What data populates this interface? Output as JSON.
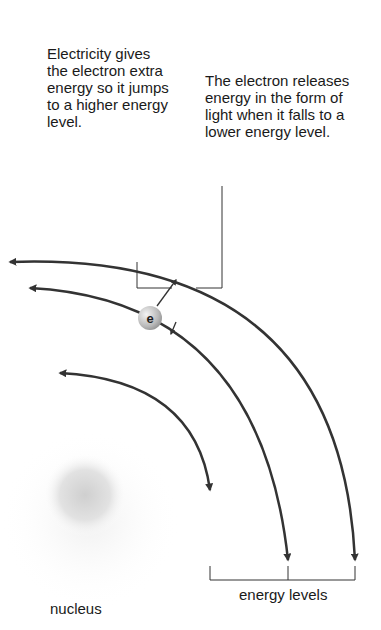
{
  "diagram": {
    "nodes": [
      {
        "text": [
          "e"
        ]
      }
    ],
    "labels": [
      "Electricity gives the electron extra energy so it jumps to a higher energy level.",
      "The electron releases energy in the form of light when it falls to a lower energy level.",
      "energy levels",
      "nucleus"
    ]
  }
}
